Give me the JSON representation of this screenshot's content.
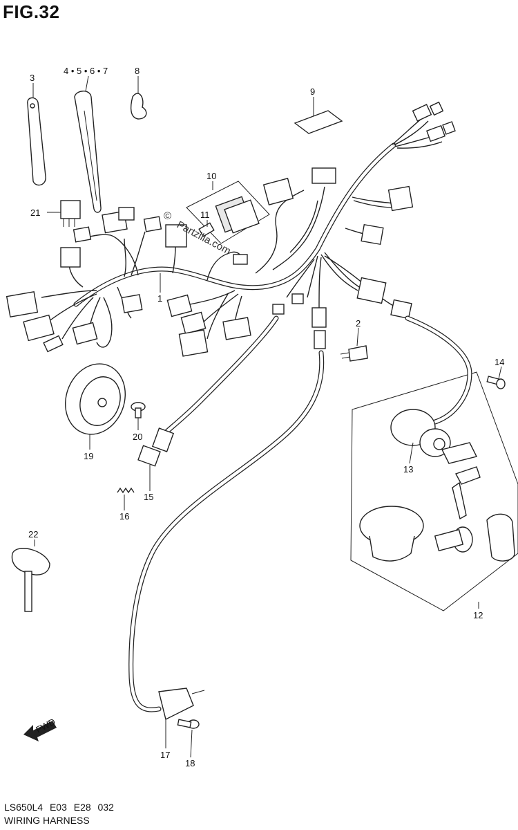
{
  "figure": {
    "title": "FIG.32",
    "model_code": "LS650L4 E03 E28 032",
    "name": "WIRING HARNESS",
    "watermark": "Partzilla.com",
    "watermark_mark": "©"
  },
  "callouts": [
    {
      "id": "c1",
      "label": "1"
    },
    {
      "id": "c2",
      "label": "2"
    },
    {
      "id": "c3",
      "label": "3"
    },
    {
      "id": "c4",
      "label": "4 • 5 • 6 • 7"
    },
    {
      "id": "c8",
      "label": "8"
    },
    {
      "id": "c9",
      "label": "9"
    },
    {
      "id": "c10",
      "label": "10"
    },
    {
      "id": "c11",
      "label": "11"
    },
    {
      "id": "c12",
      "label": "12"
    },
    {
      "id": "c13",
      "label": "13"
    },
    {
      "id": "c14",
      "label": "14"
    },
    {
      "id": "c15",
      "label": "15"
    },
    {
      "id": "c16",
      "label": "16"
    },
    {
      "id": "c17",
      "label": "17"
    },
    {
      "id": "c18",
      "label": "18"
    },
    {
      "id": "c19",
      "label": "19"
    },
    {
      "id": "c20",
      "label": "20"
    },
    {
      "id": "c21",
      "label": "21"
    },
    {
      "id": "c22",
      "label": "22"
    }
  ],
  "fwd_label": "FWD"
}
